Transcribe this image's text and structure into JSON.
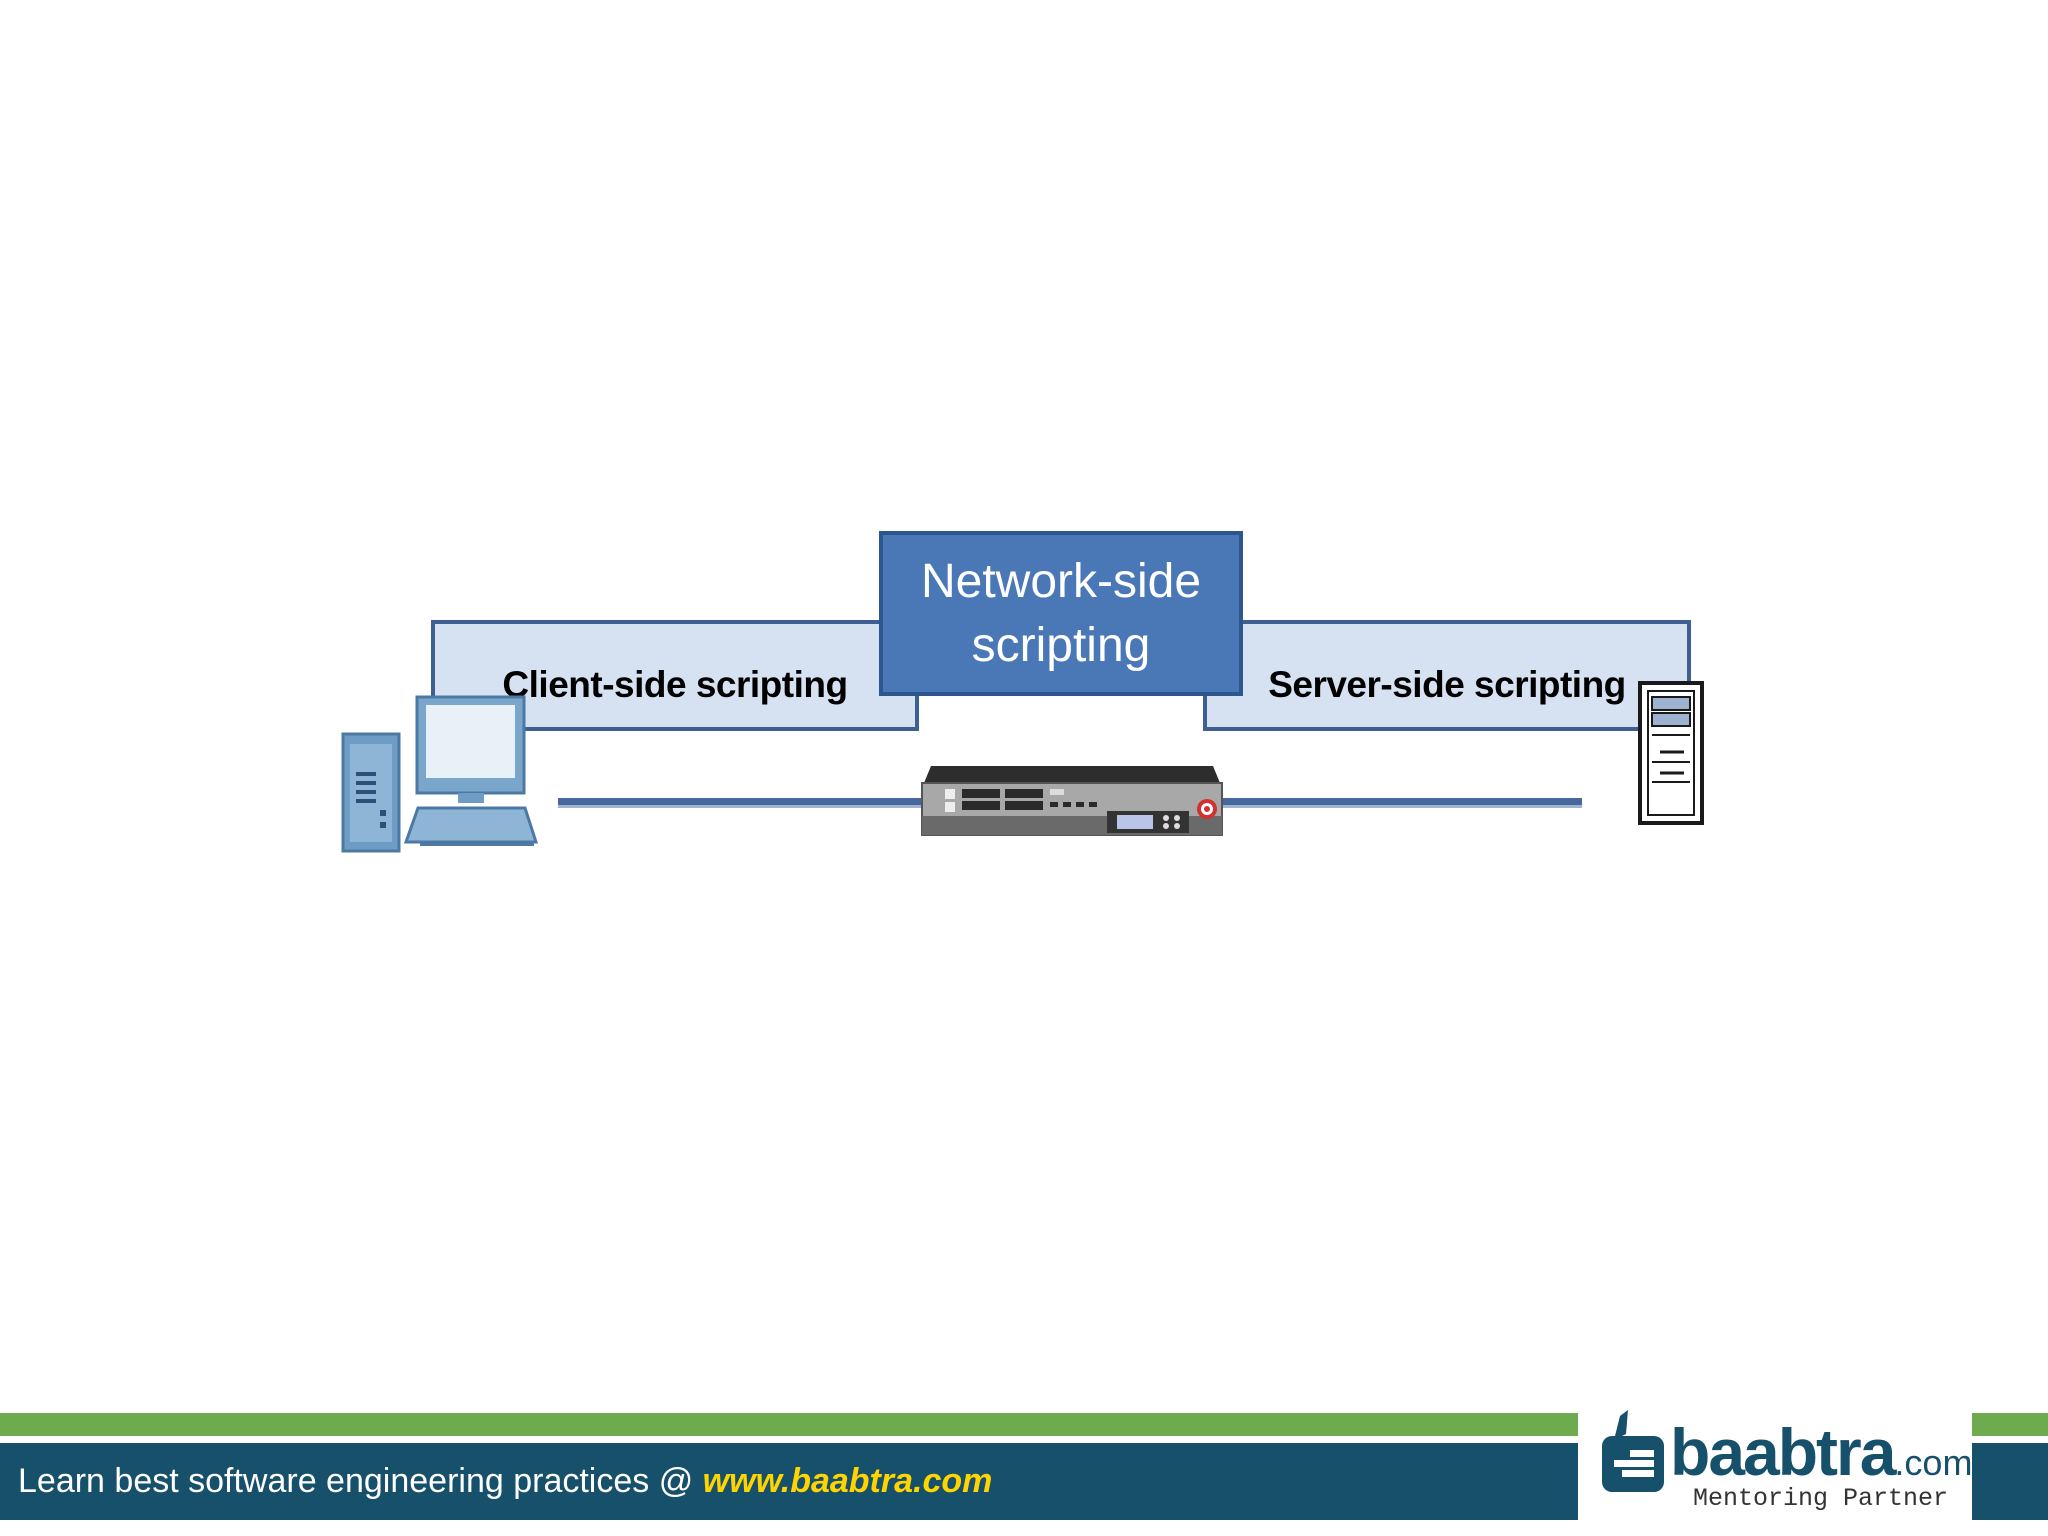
{
  "diagram": {
    "client_label": "Client-side scripting",
    "network_label": "Network-side scripting",
    "server_label": "Server-side scripting",
    "icons": [
      "desktop-computer-icon",
      "network-appliance-icon",
      "server-tower-icon"
    ]
  },
  "footer": {
    "text": "Learn best software engineering practices @ ",
    "url": "www.baabtra.com"
  },
  "logo": {
    "word": "baabtra",
    "suffix": ".com",
    "tagline": "Mentoring Partner"
  },
  "colors": {
    "box_light": "#d6e2f1",
    "box_dark": "#4a78b6",
    "box_border": "#3d5f93",
    "footer_green": "#6dab4e",
    "footer_teal": "#16506a",
    "url_yellow": "#ffd400"
  }
}
